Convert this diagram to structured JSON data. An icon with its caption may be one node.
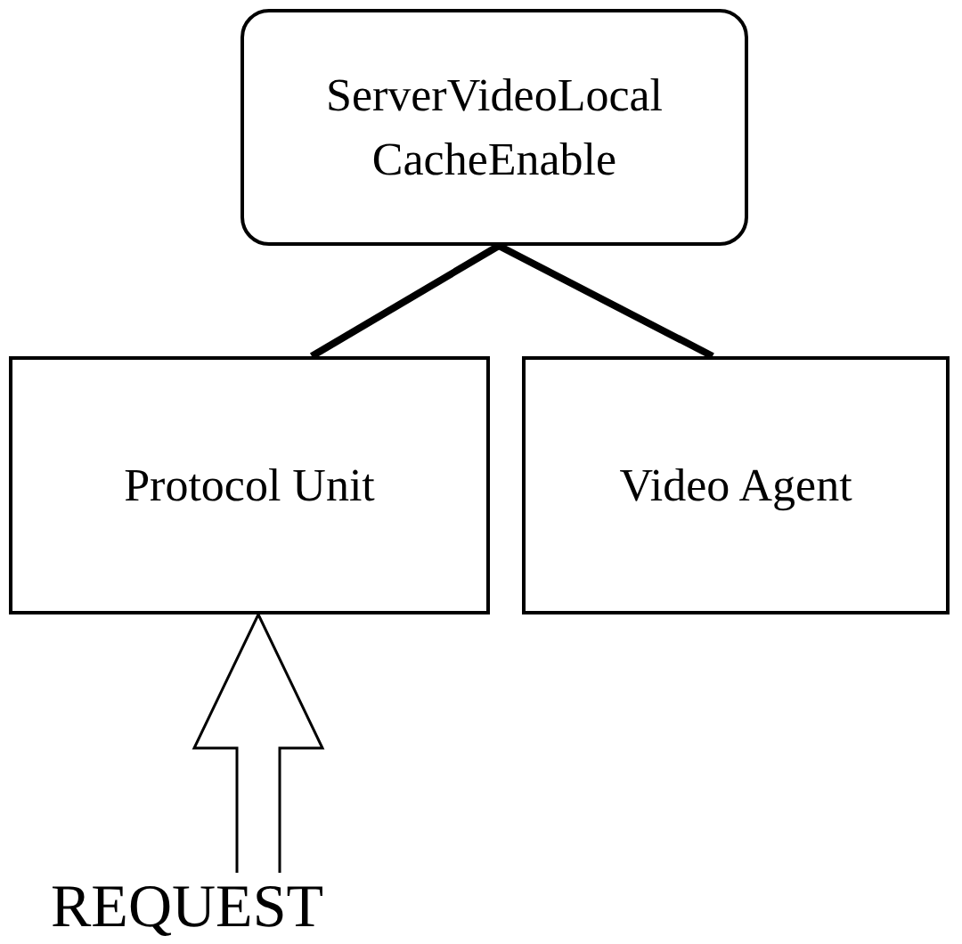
{
  "diagram": {
    "nodes": [
      {
        "text": [
          "ServerVideoLocal CacheEnable"
        ]
      },
      {
        "text": [
          "Protocol Unit"
        ]
      },
      {
        "text": [
          "Video Agent"
        ]
      },
      {
        "text": [
          "REQUEST"
        ]
      }
    ],
    "edges": [
      {
        "from": 0,
        "to": 1,
        "arrow": "none"
      },
      {
        "from": 0,
        "to": 2,
        "arrow": "none"
      },
      {
        "from": 3,
        "to": 1,
        "arrow": "to"
      }
    ]
  }
}
